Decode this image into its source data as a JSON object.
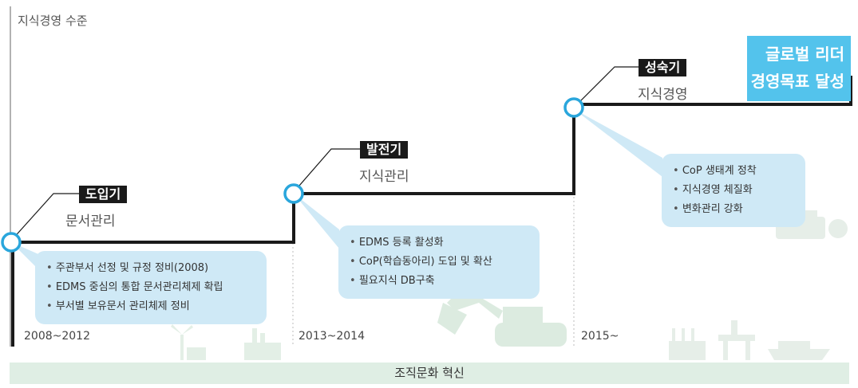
{
  "axis_title": "지식경영 수준",
  "stages": [
    {
      "tag": "도입기",
      "subtitle": "문서관리",
      "period": "2008~2012",
      "items": [
        "주관부서 선정 및 규정 정비(2008)",
        "EDMS 중심의 통합 문서관리체제 확립",
        "부서별 보유문서 관리체제 정비"
      ]
    },
    {
      "tag": "발전기",
      "subtitle": "지식관리",
      "period": "2013~2014",
      "items": [
        "EDMS 등록 활성화",
        "CoP(학습동아리) 도입 및 확산",
        "필요지식 DB구축"
      ]
    },
    {
      "tag": "성숙기",
      "subtitle": "지식경영",
      "period": "2015~",
      "items": [
        "CoP 생태계 정착",
        "지식경영 체질화",
        "변화관리 강화"
      ]
    }
  ],
  "goal": {
    "line1": "글로벌 리더",
    "line2": "경영목표 달성"
  },
  "footer": "조직문화 혁신",
  "colors": {
    "accent": "#53c3ec",
    "bubble": "#cfe9f6",
    "footer": "#dfeee4",
    "line": "#1a1a1a"
  },
  "illustrations": [
    "wind-turbine-icon",
    "factory-icon",
    "excavator-icon",
    "transformer-icon",
    "oil-rig-icon",
    "ship-icon",
    "engine-icon"
  ]
}
